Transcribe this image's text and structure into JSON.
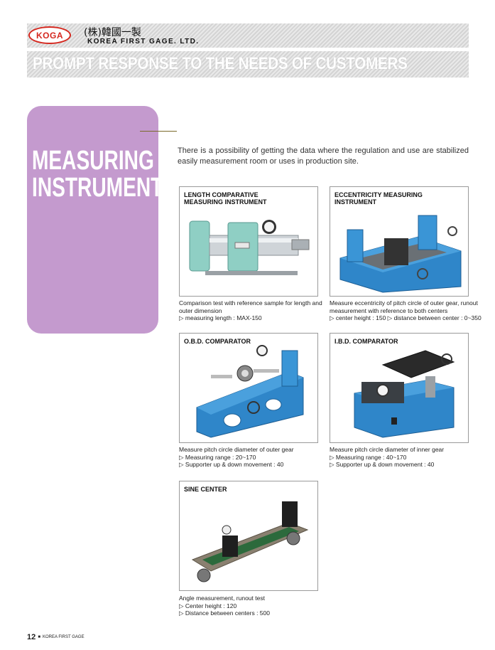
{
  "header": {
    "logo_text": "KOGA",
    "hanja_name": "(株)韓國一製",
    "company_name": "KOREA FIRST GAGE. LTD.",
    "slogan": "PROMPT RESPONSE TO THE NEEDS OF CUSTOMERS"
  },
  "section": {
    "title_line1": "MEASURING",
    "title_line2": "INSTRUMENT",
    "intro": "There is a possibility of getting the data where the regulation and use are stabilized easily measurement room or uses in production site."
  },
  "products": [
    {
      "title_line1": "LENGTH COMPARATIVE",
      "title_line2": "MEASURING INSTRUMENT",
      "desc_line1": "Comparison test with reference sample for length and",
      "desc_line2": "outer dimension",
      "spec1": "▷ measuring length : MAX-150",
      "spec2": ""
    },
    {
      "title_line1": "ECCENTRICITY MEASURING",
      "title_line2": "INSTRUMENT",
      "desc_line1": "Measure eccentricity of pitch circle of outer gear, runout",
      "desc_line2": "measurement with reference to both centers",
      "spec1": "▷ center height : 150   ▷ distance between center : 0~350",
      "spec2": ""
    },
    {
      "title_line1": "O.B.D. COMPARATOR",
      "title_line2": "",
      "desc_line1": "Measure pitch circle diameter of outer gear",
      "desc_line2": "",
      "spec1": "▷ Measuring range : 20~170",
      "spec2": "▷ Supporter up & down movement : 40"
    },
    {
      "title_line1": "I.B.D. COMPARATOR",
      "title_line2": "",
      "desc_line1": "Measure pitch circle diameter of inner gear",
      "desc_line2": "",
      "spec1": "▷ Measuring range : 40~170",
      "spec2": "▷ Supporter up & down movement : 40"
    },
    {
      "title_line1": "SINE CENTER",
      "title_line2": "",
      "desc_line1": "Angle measurement, runout test",
      "desc_line2": "",
      "spec1": "▷ Center height : 120",
      "spec2": "▷ Distance between centers : 500"
    }
  ],
  "footer": {
    "page_number": "12",
    "publisher": "KOREA FIRST GAGE"
  },
  "colors": {
    "accent_purple": "#c49ace",
    "logo_red": "#d5281f",
    "machine_blue": "#2f86c9",
    "machine_teal": "#8fcfc4"
  }
}
